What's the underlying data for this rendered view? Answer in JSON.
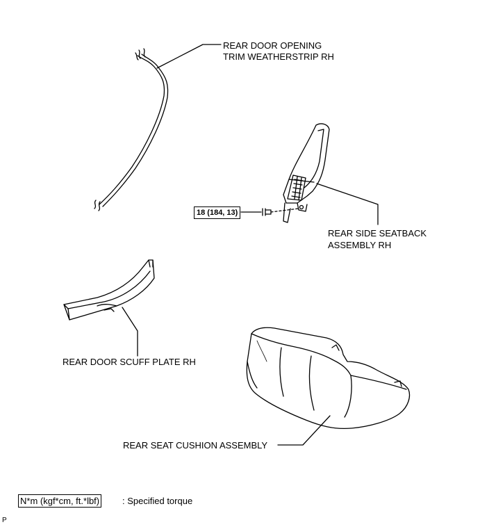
{
  "labels": {
    "weatherstrip_line1": "REAR DOOR OPENING",
    "weatherstrip_line2": "TRIM WEATHERSTRIP RH",
    "seatback_line1": "REAR SIDE SEATBACK",
    "seatback_line2": "ASSEMBLY RH",
    "scuff_plate": "REAR DOOR SCUFF PLATE RH",
    "seat_cushion": "REAR SEAT CUSHION ASSEMBLY"
  },
  "torque": {
    "value": "18 (184, 13)"
  },
  "legend": {
    "unit_box": "N*m (kgf*cm, ft.*lbf)",
    "description": ": Specified torque"
  },
  "corner_mark": "P"
}
